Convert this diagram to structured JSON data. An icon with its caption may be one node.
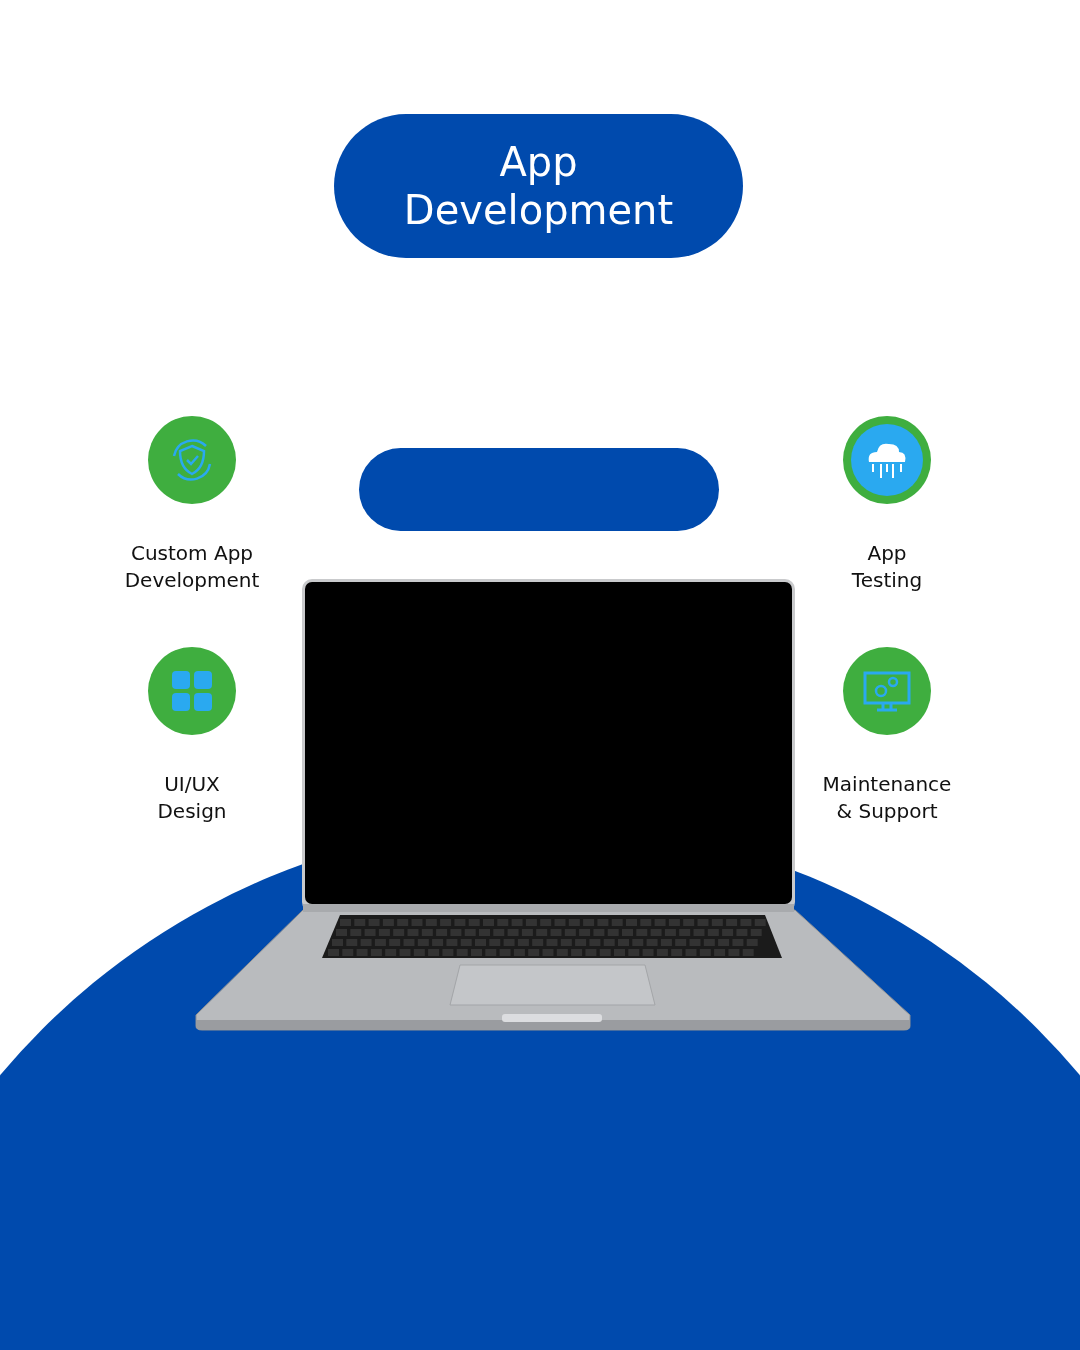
{
  "diagram": {
    "nodes": [
      {
        "text": [
          "App Development"
        ]
      },
      {
        "text": [],
        "shape": "box"
      },
      {
        "text": [
          "Custom App Development"
        ]
      },
      {
        "text": [
          "App Testing"
        ]
      },
      {
        "text": [
          "UI/UX Design"
        ]
      },
      {
        "text": [
          "Maintenance & Support"
        ]
      }
    ]
  }
}
